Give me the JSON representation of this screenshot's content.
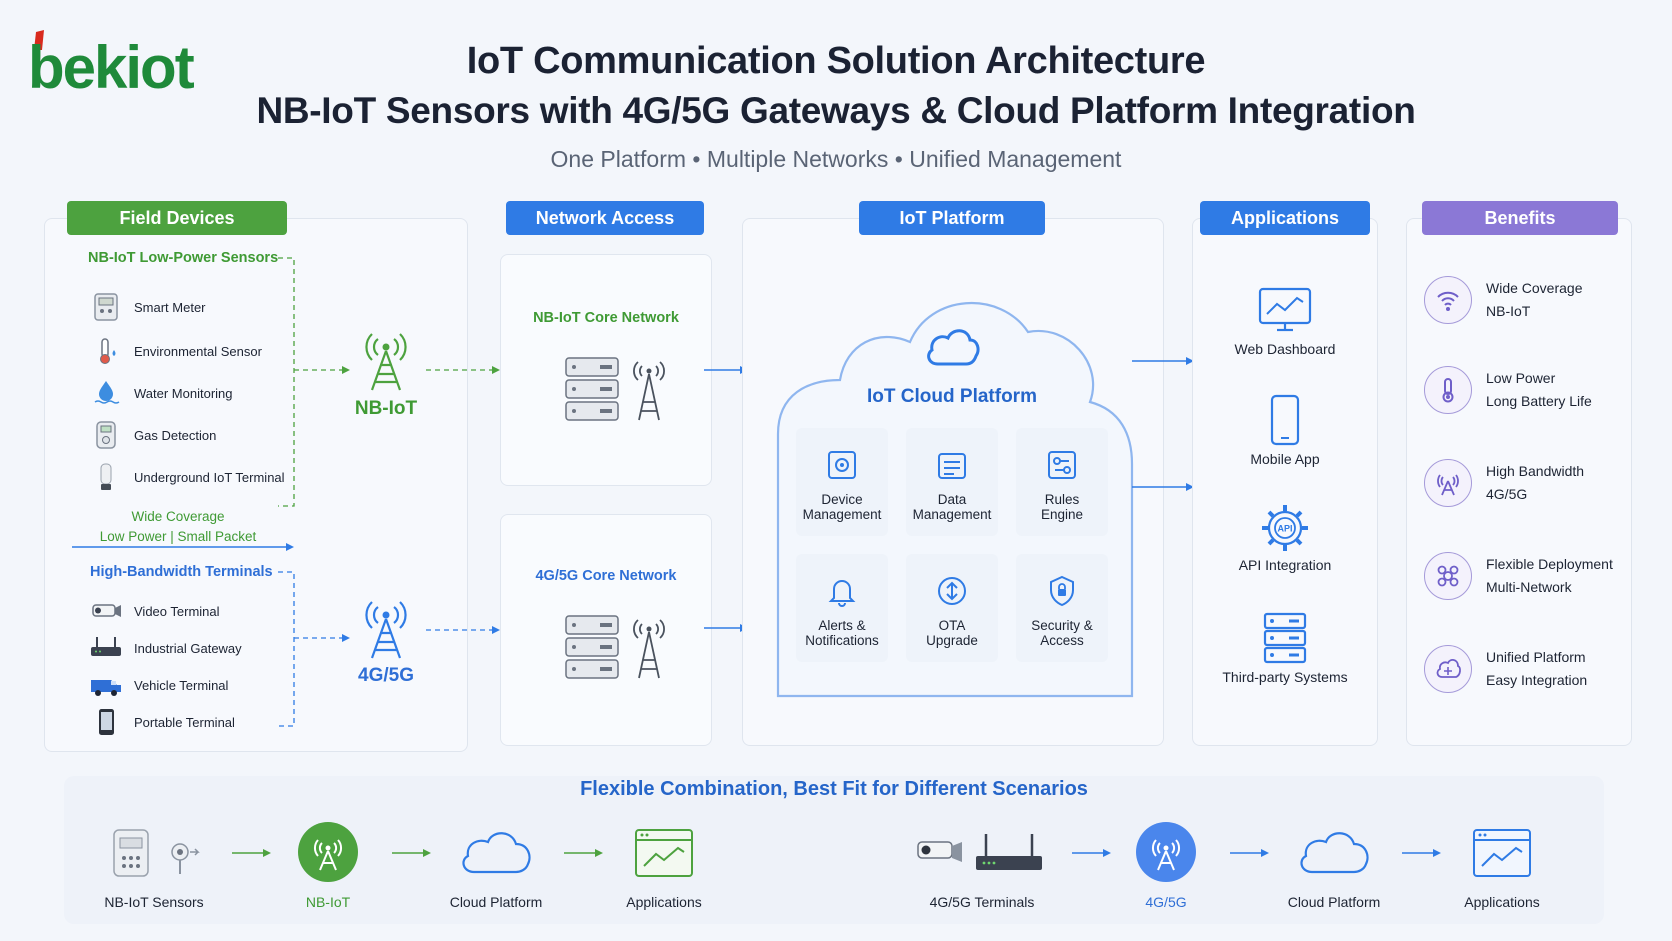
{
  "header": {
    "logo_text": "bekiot",
    "title_line1": "IoT Communication Solution Architecture",
    "title_line2": "NB-IoT Sensors with 4G/5G Gateways & Cloud Platform Integration",
    "tagline": "One Platform • Multiple Networks • Unified Management"
  },
  "field_devices": {
    "title": "Field Devices",
    "nbiot_group": {
      "title": "NB-IoT Low-Power Sensors",
      "items": [
        "Smart Meter",
        "Environmental Sensor",
        "Water Monitoring",
        "Gas Detection",
        "Underground IoT Terminal"
      ],
      "note_line1": "Wide Coverage",
      "note_line2": "Low Power | Small Packet"
    },
    "hb_group": {
      "title": "High-Bandwidth Terminals",
      "items": [
        "Video Terminal",
        "Industrial Gateway",
        "Vehicle Terminal",
        "Portable Terminal"
      ]
    }
  },
  "access": {
    "nbiot_label": "NB-IoT",
    "cellular_label": "4G/5G"
  },
  "network_access": {
    "title": "Network Access",
    "nbiot_core": "NB-IoT Core Network",
    "cellular_core": "4G/5G Core Network"
  },
  "iot_platform": {
    "title": "IoT Platform",
    "cloud_title": "IoT Cloud Platform",
    "modules": [
      {
        "line1": "Device",
        "line2": "Management"
      },
      {
        "line1": "Data",
        "line2": "Management"
      },
      {
        "line1": "Rules",
        "line2": "Engine"
      },
      {
        "line1": "Alerts &",
        "line2": "Notifications"
      },
      {
        "line1": "OTA",
        "line2": "Upgrade"
      },
      {
        "line1": "Security &",
        "line2": "Access"
      }
    ]
  },
  "applications": {
    "title": "Applications",
    "items": [
      "Web Dashboard",
      "Mobile App",
      "API Integration",
      "Third-party Systems"
    ]
  },
  "benefits": {
    "title": "Benefits",
    "items": [
      {
        "line1": "Wide Coverage",
        "line2": "NB-IoT"
      },
      {
        "line1": "Low Power",
        "line2": "Long Battery Life"
      },
      {
        "line1": "High Bandwidth",
        "line2": "4G/5G"
      },
      {
        "line1": "Flexible Deployment",
        "line2": "Multi-Network"
      },
      {
        "line1": "Unified Platform",
        "line2": "Easy Integration"
      }
    ]
  },
  "bottom": {
    "title": "Flexible Combination, Best Fit for Different Scenarios",
    "flow1": [
      "NB-IoT Sensors",
      "NB-IoT",
      "Cloud Platform",
      "Applications"
    ],
    "flow2": [
      "4G/5G Terminals",
      "4G/5G",
      "Cloud Platform",
      "Applications"
    ]
  },
  "colors": {
    "green": "#4da23f",
    "blue": "#2f7be5",
    "purple": "#8b78d6",
    "logo_red": "#d92a1e"
  }
}
